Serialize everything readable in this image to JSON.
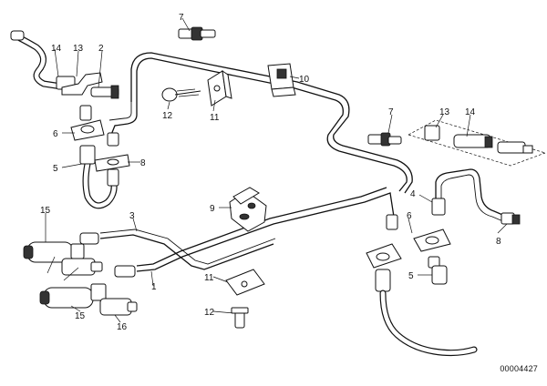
{
  "diagram": {
    "part_number": "00004427",
    "callouts": {
      "c7_top": "7",
      "c14_left": "14",
      "c13_left": "13",
      "c2": "2",
      "c6_upper": "6",
      "c8_upper": "8",
      "c5_left": "5",
      "c10": "10",
      "c12_upper": "12",
      "c11_upper": "11",
      "c7_right": "7",
      "c13_right": "13",
      "c14_right": "14",
      "c4": "4",
      "c8_right": "8",
      "c6_right": "6",
      "c5_right": "5",
      "c9": "9",
      "c15_upper": "15",
      "c3": "3",
      "c1": "1",
      "c11_lower": "11",
      "c12_lower": "12",
      "c15_lower": "15",
      "c16": "16"
    }
  }
}
